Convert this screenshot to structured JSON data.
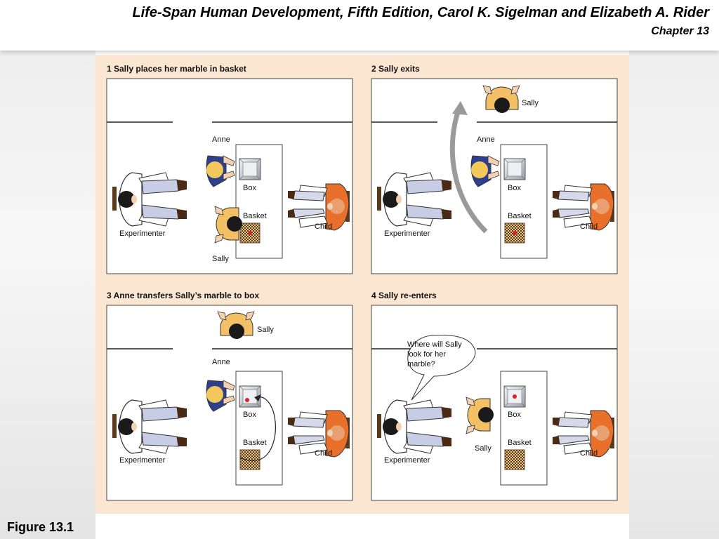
{
  "header": {
    "title": "Life-Span Human Development, Fifth Edition, Carol K. Sigelman and Elizabeth A. Rider",
    "chapter": "Chapter 13"
  },
  "footer": {
    "caption": "Figure 13.1"
  },
  "diagram": {
    "panels": [
      {
        "step": "1 Sally places her marble in basket",
        "labels": {
          "anne": "Anne",
          "box": "Box",
          "basket": "Basket",
          "child": "Child",
          "experimenter": "Experimenter",
          "sally": "Sally"
        }
      },
      {
        "step": "2 Sally exits",
        "labels": {
          "sally": "Sally",
          "anne": "Anne",
          "box": "Box",
          "basket": "Basket",
          "child": "Child",
          "experimenter": "Experimenter"
        }
      },
      {
        "step": "3 Anne transfers Sally’s marble to box",
        "labels": {
          "sally": "Sally",
          "anne": "Anne",
          "box": "Box",
          "basket": "Basket",
          "child": "Child",
          "experimenter": "Experimenter"
        }
      },
      {
        "step": "4 Sally re-enters",
        "labels": {
          "speech_line1": "Where will Sally",
          "speech_line2": "look for her",
          "speech_line3": "marble?",
          "box": "Box",
          "basket": "Basket",
          "sally": "Sally",
          "child": "Child",
          "experimenter": "Experimenter"
        }
      }
    ]
  }
}
